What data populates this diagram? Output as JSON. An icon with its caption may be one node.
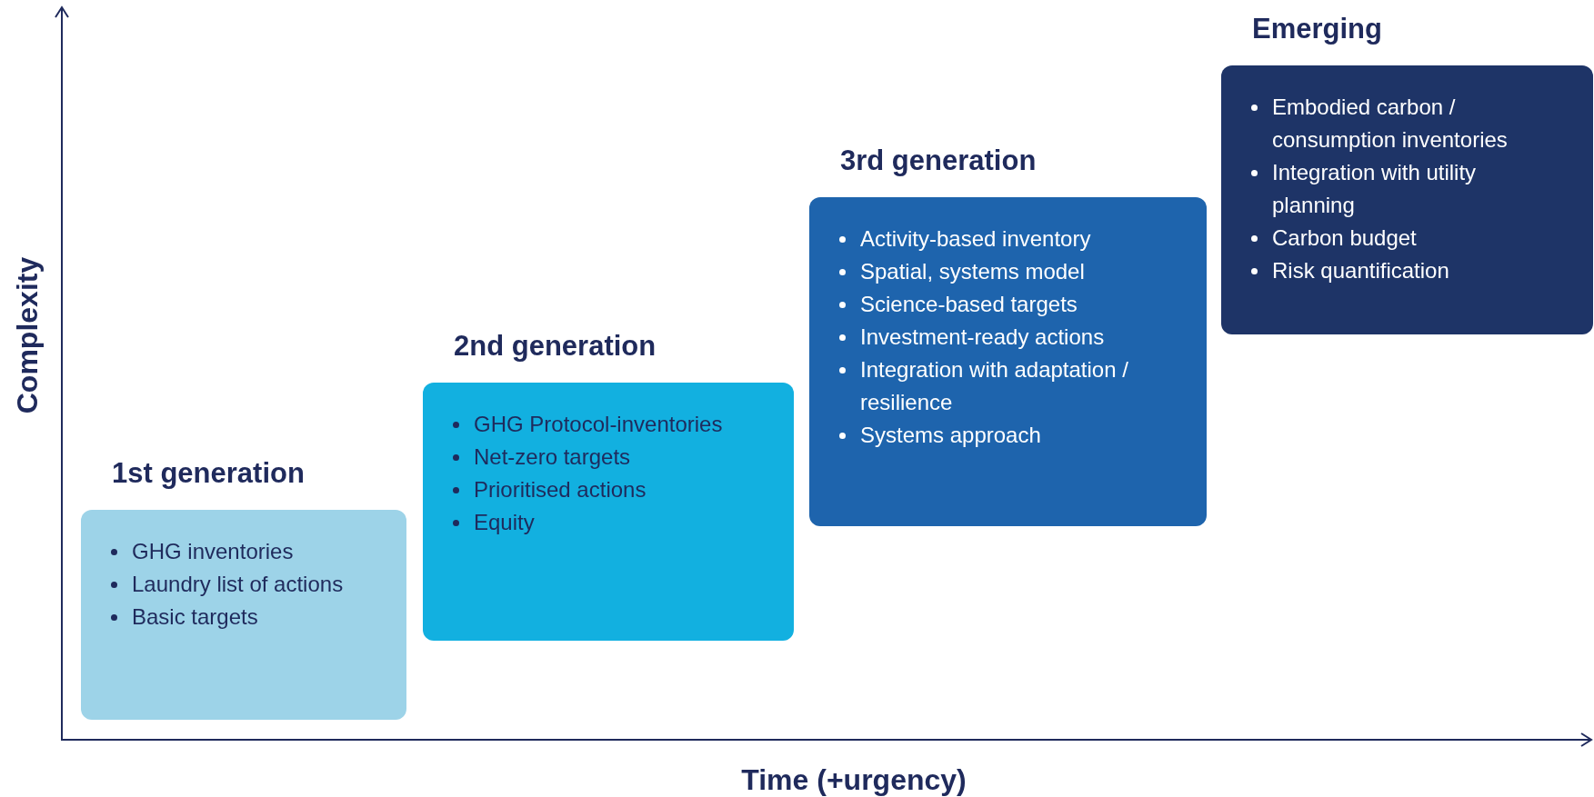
{
  "diagram": {
    "nodes": [
      {
        "text": [
          "1st generation",
          "GHG inventories",
          "Laundry list of actions",
          "Basic targets"
        ]
      },
      {
        "text": [
          "2nd generation",
          "GHG Protocol-inventories",
          "Net-zero targets",
          "Prioritised actions",
          "Equity"
        ]
      },
      {
        "text": [
          "3rd generation",
          "Activity-based inventory",
          "Spatial, systems model",
          "Science-based targets",
          "Investment-ready actions",
          "Integration with adaptation / resilience",
          "Systems approach"
        ]
      },
      {
        "text": [
          "Emerging",
          "Embodied carbon / consumption inventories",
          "Integration with utility planning",
          "Carbon budget",
          "Risk quantification"
        ]
      }
    ],
    "edges": [],
    "labels": [
      "Complexity",
      "Time (+urgency)"
    ]
  }
}
